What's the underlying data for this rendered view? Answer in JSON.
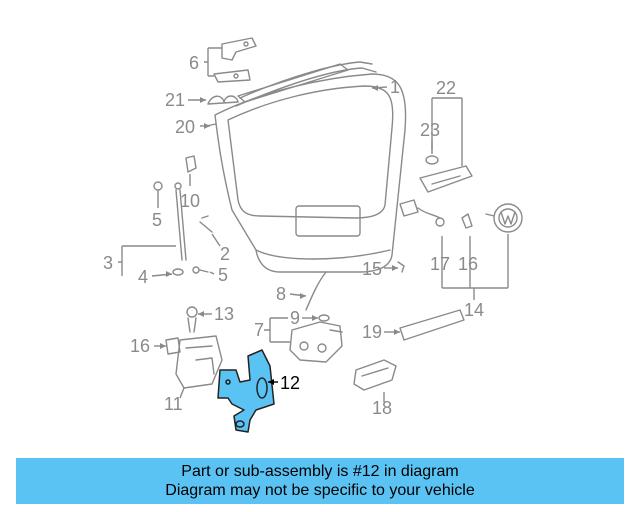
{
  "colors": {
    "highlight": "#5bc3f3",
    "linework": "#8a8a8a",
    "banner_bg": "#5bc3f3"
  },
  "callouts": {
    "c1": "1",
    "c2": "2",
    "c3": "3",
    "c4": "4",
    "c5a": "5",
    "c5b": "5",
    "c6": "6",
    "c7": "7",
    "c8": "8",
    "c9": "9",
    "c10": "10",
    "c11": "11",
    "c12": "12",
    "c13": "13",
    "c14": "14",
    "c15": "15",
    "c16a": "16",
    "c16b": "16",
    "c17": "17",
    "c18": "18",
    "c19": "19",
    "c20": "20",
    "c21": "21",
    "c22": "22",
    "c23": "23"
  },
  "highlighted_part": "12",
  "banner": {
    "line1": "Part or sub-assembly is #12 in diagram",
    "line2": "Diagram may not be specific to your vehicle"
  }
}
